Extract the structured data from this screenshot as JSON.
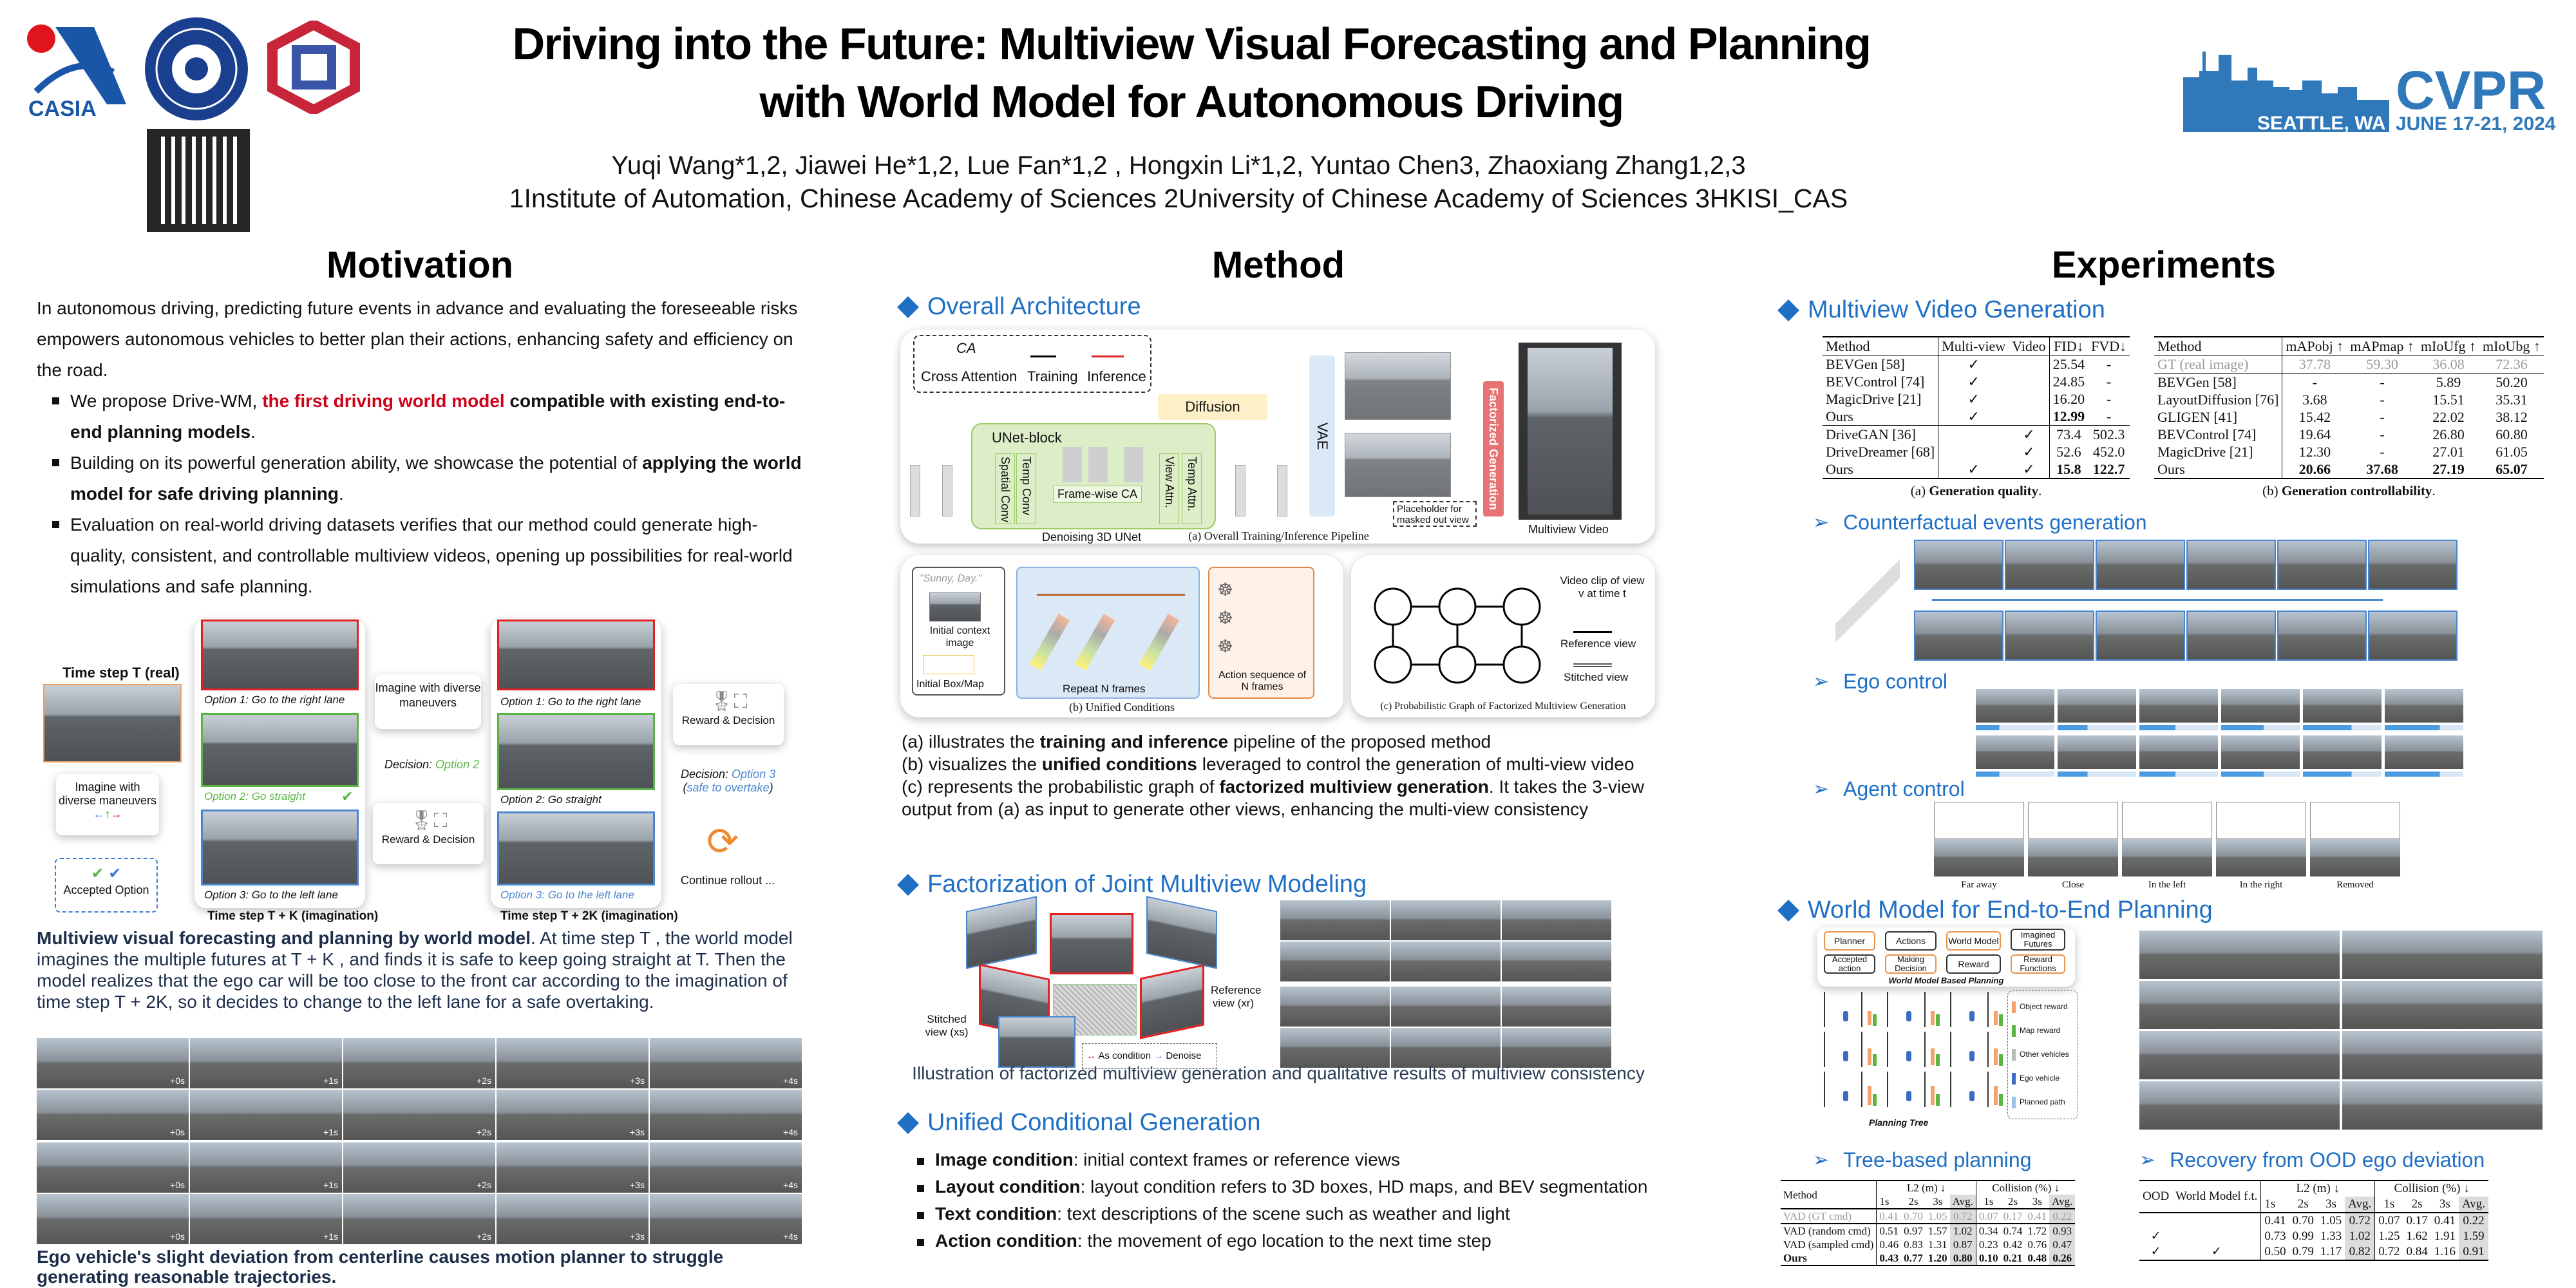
{
  "header": {
    "title_line1": "Driving into the Future: Multiview Visual Forecasting and Planning",
    "title_line2": "with World Model for Autonomous Driving",
    "authors": "Yuqi Wang*1,2, Jiawei He*1,2, Lue Fan*1,2 , Hongxin Li*1,2, Yuntao Chen3, Zhaoxiang Zhang1,2,3",
    "affiliations": "1Institute of Automation, Chinese Academy of Sciences  2University of Chinese Academy of Sciences  3HKISI_CAS",
    "logos": {
      "casia": "CASIA",
      "ucas": "University of Chinese Academy of Sciences"
    },
    "cvpr": {
      "name": "CVPR",
      "location": "SEATTLE, WA",
      "dates": "JUNE 17-21, 2024"
    },
    "colors": {
      "accent": "#1f6fc5",
      "highlight": "#d0021b"
    }
  },
  "motivation": {
    "heading": "Motivation",
    "intro": "In autonomous driving, predicting future events in advance and evaluating the foreseeable risks empowers autonomous vehicles to better plan their actions, enhancing safety and efficiency on the road.",
    "b1_pre": "We propose Drive-WM, ",
    "b1_red": "the first driving world model",
    "b1_bold": " compatible with existing end-to-end planning models",
    "b1_post": ".",
    "b2_pre": "Building on its powerful generation ability, we showcase the potential of ",
    "b2_bold": "applying the world model for safe driving planning",
    "b2_post": ".",
    "b3": "Evaluation on real-world driving datasets verifies that our method could generate high-quality, consistent, and controllable multiview videos, opening up possibilities for real-world simulations and safe planning.",
    "figure": {
      "t_real": "Time step T (real)",
      "imagine": "Imagine with diverse maneuvers",
      "accepted": "Accepted Option",
      "opt1": "Option 1: Go to the right lane",
      "opt2": "Option 2: Go straight",
      "opt3": "Option 3: Go to the left lane",
      "decision_label": "Decision:",
      "decision2": "Option 2",
      "reward": "Reward  &  Decision",
      "tk": "Time step T + K  (imagination)",
      "t2k": "Time step T + 2K  (imagination)",
      "decision3": "Option 3",
      "safe": "safe to overtake",
      "continue": "Continue rollout ..."
    },
    "caption_bold": "Multiview visual forecasting and planning by world model",
    "caption_rest": ". At time step T , the world model imagines the multiple futures at T + K , and finds it is safe to keep going straight at T. Then the model realizes that the ego car will be too close to the front car according to the imagination of time step T + 2K, so it decides to change to the left lane for a safe overtaking.",
    "frame_labels": [
      "+0s",
      "+1s",
      "+2s",
      "+3s",
      "+4s"
    ],
    "bottom_caption": "Ego vehicle's slight deviation from centerline causes motion planner to struggle generating reasonable trajectories."
  },
  "method": {
    "heading": "Method",
    "arch_title": "Overall Architecture",
    "fig": {
      "ca": "CA",
      "cross_attention": "Cross Attention",
      "training": "Training",
      "inference": "Inference",
      "diffusion": "Diffusion",
      "unet_block": "UNet-block",
      "spatial_conv": "Spatial Conv",
      "temp_conv": "Temp Conv",
      "framewise_ca": "Frame-wise CA",
      "view_attn": "View Attn.",
      "temp_attn": "Temp Attn.",
      "denoising": "Denoising 3D UNet",
      "vae": "VAE",
      "factorized": "Factorized Generation",
      "multiview_video": "Multiview Video",
      "placeholder": "Placeholder for masked out view",
      "cap_a": "(a) Overall Training/Inference Pipeline",
      "sunny": "\"Sunny, Day.\"",
      "init_image": "Initial context image",
      "init_box": "Initial Box/Map",
      "repeat": "Repeat N frames",
      "action_seq": "Action sequence of N frames",
      "cap_b": "(b) Unified Conditions",
      "video_clip": "Video clip of view v at time t",
      "reference_view": "Reference view",
      "stitched_view": "Stitched view",
      "cap_c": "(c) Probabilistic Graph of Factorized Multiview Generation"
    },
    "a_pre": "(a) illustrates the ",
    "a_bold": "training and inference",
    "a_post": " pipeline of the proposed method",
    "b_pre": "(b) visualizes the ",
    "b_bold": "unified conditions",
    "b_post": " leveraged to control the generation of multi-view video",
    "c_pre": "(c) represents the probabilistic graph of ",
    "c_bold": "factorized multiview generation",
    "c_post": ". It takes the 3-view output from (a) as input to generate other views, enhancing the multi-view consistency",
    "fact_title": "Factorization of Joint Multiview Modeling",
    "fact_fig": {
      "stitched": "Stitched view (xs)",
      "reference": "Reference view (xr)",
      "as_condition": "As condition",
      "denoise": "Denoise"
    },
    "fact_caption": "Illustration of factorized multiview generation and qualitative results of multiview consistency",
    "unified_title": "Unified Conditional Generation",
    "conditions": [
      {
        "name": "Image condition",
        "desc": ": initial context frames or reference views"
      },
      {
        "name": "Layout condition",
        "desc": ": layout condition refers to 3D boxes, HD maps, and BEV segmentation"
      },
      {
        "name": "Text condition",
        "desc": ": text descriptions of the scene such as weather and light"
      },
      {
        "name": "Action condition",
        "desc": ": the movement of ego location to the next time step"
      }
    ]
  },
  "experiments": {
    "heading": "Experiments",
    "mvg_title": "Multiview Video Generation",
    "table_a": {
      "headers": [
        "Method",
        "Multi-view",
        "Video",
        "FID↓",
        "FVD↓"
      ],
      "rows": [
        [
          "BEVGen [58]",
          "✓",
          "",
          "25.54",
          "-"
        ],
        [
          "BEVControl [74]",
          "✓",
          "",
          "24.85",
          "-"
        ],
        [
          "MagicDrive [21]",
          "✓",
          "",
          "16.20",
          "-"
        ],
        [
          "Ours",
          "✓",
          "",
          "12.99",
          "-"
        ],
        [
          "DriveGAN [36]",
          "",
          "✓",
          "73.4",
          "502.3"
        ],
        [
          "DriveDreamer [68]",
          "",
          "✓",
          "52.6",
          "452.0"
        ],
        [
          "Ours",
          "✓",
          "✓",
          "15.8",
          "122.7"
        ]
      ],
      "caption_pre": "(a) ",
      "caption_bold": "Generation quality",
      "caption_post": "."
    },
    "table_b": {
      "headers": [
        "Method",
        "mAPobj ↑",
        "mAPmap ↑",
        "mIoUfg ↑",
        "mIoUbg ↑"
      ],
      "gt": [
        "GT (real image)",
        "37.78",
        "59.30",
        "36.08",
        "72.36"
      ],
      "rows": [
        [
          "BEVGen [58]",
          "-",
          "-",
          "5.89",
          "50.20"
        ],
        [
          "LayoutDiffusion [76]",
          "3.68",
          "-",
          "15.51",
          "35.31"
        ],
        [
          "GLIGEN [41]",
          "15.42",
          "-",
          "22.02",
          "38.12"
        ],
        [
          "BEVControl [74]",
          "19.64",
          "-",
          "26.80",
          "60.80"
        ],
        [
          "MagicDrive [21]",
          "12.30",
          "-",
          "27.01",
          "61.05"
        ],
        [
          "Ours",
          "20.66",
          "37.68",
          "27.19",
          "65.07"
        ]
      ],
      "caption_pre": "(b) ",
      "caption_bold": "Generation controllability",
      "caption_post": "."
    },
    "counterfactual_title": "Counterfactual events generation",
    "ego_title": "Ego control",
    "agent_title": "Agent control",
    "agent_labels": [
      "Far away",
      "Close",
      "In the left",
      "In the right",
      "Removed"
    ],
    "planning_title": "World Model for End-to-End Planning",
    "planning_fig": {
      "planner": "Planner",
      "actions": "Actions",
      "world_model": "World Model",
      "imagined": "Imagined Futures",
      "accepted": "Accepted action",
      "making": "Making Decision",
      "reward": "Reward",
      "reward_fn": "Reward Functions",
      "wmbp": "World Model Based Planning",
      "tree": "Planning Tree",
      "legend": [
        "Object reward",
        "Map reward",
        "Other vehicles",
        "Ego vehicle",
        "Planned path"
      ]
    },
    "tree_title": "Tree-based planning",
    "ood_title": "Recovery from OOD ego deviation",
    "table_c": {
      "group1": "L2 (m) ↓",
      "group2": "Collision (%) ↓",
      "sub": [
        "1s",
        "2s",
        "3s",
        "Avg.",
        "1s",
        "2s",
        "3s",
        "Avg."
      ],
      "method_header": "Method",
      "gt": [
        "VAD (GT cmd)",
        "0.41",
        "0.70",
        "1.05",
        "0.72",
        "0.07",
        "0.17",
        "0.41",
        "0.22"
      ],
      "rows": [
        [
          "VAD (random cmd)",
          "0.51",
          "0.97",
          "1.57",
          "1.02",
          "0.34",
          "0.74",
          "1.72",
          "0.93"
        ],
        [
          "VAD (sampled cmd)",
          "0.46",
          "0.83",
          "1.31",
          "0.87",
          "0.23",
          "0.42",
          "0.76",
          "0.47"
        ],
        [
          "Ours",
          "0.43",
          "0.77",
          "1.20",
          "0.80",
          "0.10",
          "0.21",
          "0.48",
          "0.26"
        ]
      ]
    },
    "table_d": {
      "h1": "OOD",
      "h2": "World Model f.t.",
      "group1": "L2 (m) ↓",
      "group2": "Collision (%) ↓",
      "sub": [
        "1s",
        "2s",
        "3s",
        "Avg.",
        "1s",
        "2s",
        "3s",
        "Avg."
      ],
      "rows": [
        [
          "",
          "",
          "0.41",
          "0.70",
          "1.05",
          "0.72",
          "0.07",
          "0.17",
          "0.41",
          "0.22"
        ],
        [
          "✓",
          "",
          "0.73",
          "0.99",
          "1.33",
          "1.02",
          "1.25",
          "1.62",
          "1.91",
          "1.59"
        ],
        [
          "✓",
          "✓",
          "0.50",
          "0.79",
          "1.17",
          "0.82",
          "0.72",
          "0.84",
          "1.16",
          "0.91"
        ]
      ]
    }
  }
}
